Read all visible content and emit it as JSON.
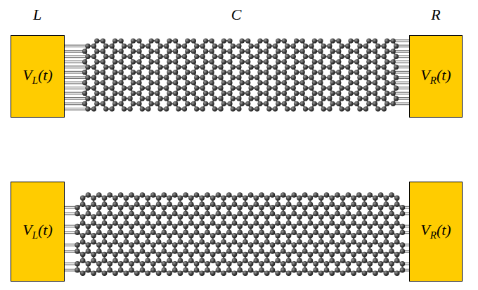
{
  "diagram": {
    "nodes": [
      {
        "text": [
          "VL(t)"
        ]
      },
      {
        "text": [
          "VR(t)"
        ]
      },
      {
        "text": [
          "VL(t)"
        ]
      },
      {
        "text": [
          "VR(t)"
        ]
      }
    ],
    "labels": [
      "L",
      "C",
      "R"
    ]
  }
}
